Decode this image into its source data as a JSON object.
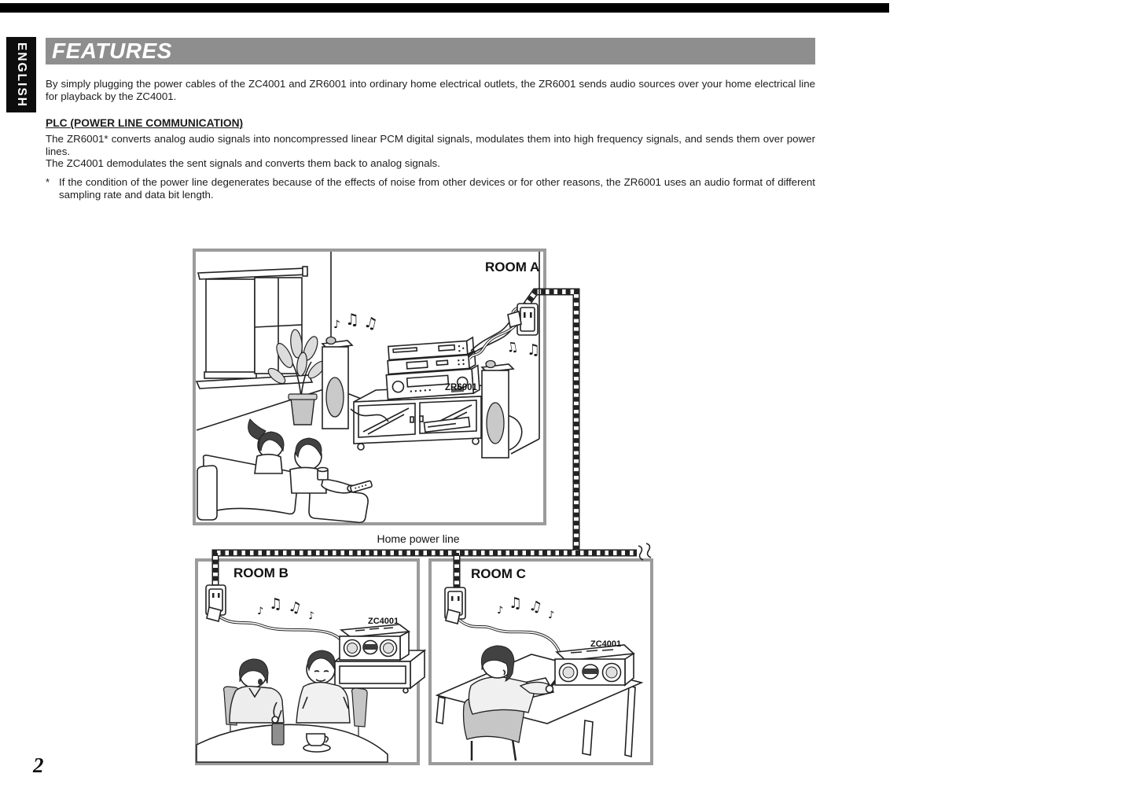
{
  "page": {
    "language_tab": "ENGLISH",
    "title": "FEATURES",
    "page_number": "2"
  },
  "intro": {
    "text": "By simply plugging the power cables of the ZC4001 and ZR6001 into ordinary home electrical outlets, the ZR6001 sends audio sources over your home electrical line for playback by the ZC4001."
  },
  "plc": {
    "heading": "PLC (POWER LINE COMMUNICATION)",
    "para1": "The ZR6001* converts analog audio signals into noncompressed linear PCM digital signals, modulates them into high frequency signals, and sends them over power lines.",
    "para2": "The ZC4001 demodulates the sent signals and converts them back to analog signals.",
    "footnote_marker": "*",
    "footnote": "If the condition of the power line degenerates because of the effects of noise from other devices or for other reasons, the ZR6001 uses an audio format of different sampling rate and data bit length."
  },
  "diagram": {
    "room_a": {
      "label": "ROOM A",
      "device": "ZR6001"
    },
    "room_b": {
      "label": "ROOM B",
      "device": "ZC4001"
    },
    "room_c": {
      "label": "ROOM C",
      "device": "ZC4001"
    },
    "power_line_label": "Home power line",
    "notes": {
      "single": "♪",
      "beamed": "♫"
    }
  },
  "colors": {
    "header_bar": "#8e8e8e",
    "tab_bg": "#0d0d0d",
    "room_border": "#9b9b9b",
    "ink": "#1c1c1c"
  }
}
